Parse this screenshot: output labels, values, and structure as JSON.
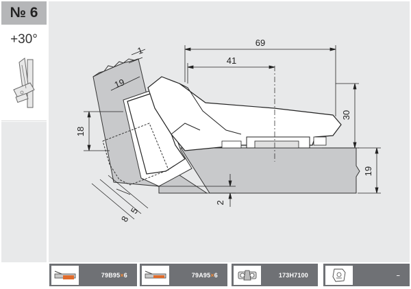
{
  "header": {
    "number": "№ 6",
    "angle": "+30°"
  },
  "diagram": {
    "dimensions": {
      "d69": "69",
      "d41": "41",
      "d1": "1",
      "d19_top": "19",
      "d18": "18",
      "d30": "30",
      "d19_right": "19",
      "d2": "2",
      "d5": "5",
      "d8": "8"
    }
  },
  "footer": {
    "parts": [
      {
        "code_a": "79B95",
        "code_x": "×",
        "code_b": "6",
        "icon": "mounting-plate-icon"
      },
      {
        "code_a": "79A95",
        "code_x": "×",
        "code_b": "6",
        "icon": "mounting-plate-icon"
      },
      {
        "code_a": "173H7100",
        "code_x": "",
        "code_b": "",
        "icon": "hinge-cup-icon"
      },
      {
        "code_a": "–",
        "code_x": "",
        "code_b": "",
        "icon": "cover-cap-icon"
      }
    ]
  },
  "colors": {
    "header_gray": "#b5b6b8",
    "panel_bg": "#e8e9ea",
    "footer_bar": "#6f7175",
    "accent_x": "#f08a3a"
  }
}
